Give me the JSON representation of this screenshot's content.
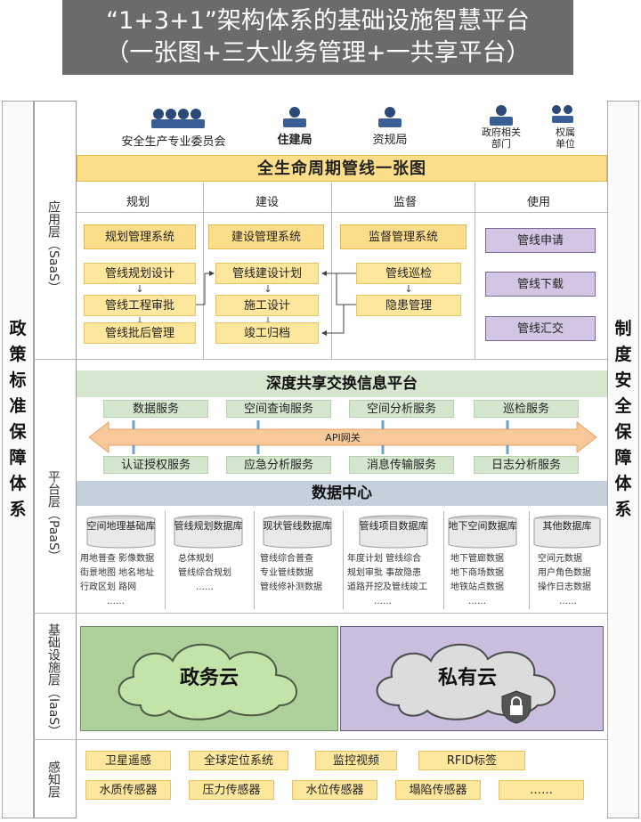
{
  "title": {
    "line1": "“1+3+1”架构体系的基础设施智慧平台",
    "line2": "（一张图+三大业务管理+一共享平台）"
  },
  "side": {
    "left": [
      "政",
      "策",
      "标",
      "准",
      "保",
      "障",
      "体",
      "系"
    ],
    "right": [
      "制",
      "度",
      "安",
      "全",
      "保",
      "障",
      "体",
      "系"
    ]
  },
  "layers": {
    "saas": "应用层（SaaS）",
    "paas": "平台层（PaaS）",
    "iaas": "基础设施层（IaaS）",
    "sense": "感知层"
  },
  "stakeholders": [
    "安全生产专业委员会",
    "住建局",
    "资规局",
    "政府相关部门",
    "权属单位"
  ],
  "onemap": "全生命周期管线一张图",
  "columns": [
    "规划",
    "建设",
    "监督",
    "使用"
  ],
  "planning": {
    "system": "规划管理系统",
    "steps": [
      "管线规划设计",
      "管线工程审批",
      "管线批后管理"
    ]
  },
  "construction": {
    "system": "建设管理系统",
    "steps": [
      "管线建设计划",
      "施工设计",
      "竣工归档"
    ]
  },
  "supervision": {
    "system": "监督管理系统",
    "steps": [
      "管线巡检",
      "隐患管理"
    ]
  },
  "usage": [
    "管线申请",
    "管线下载",
    "管线汇交"
  ],
  "platform": {
    "title": "深度共享交换信息平台",
    "top_services": [
      "数据服务",
      "空间查询服务",
      "空间分析服务",
      "巡检服务"
    ],
    "gateway": "API网关",
    "bottom_services": [
      "认证授权服务",
      "应急分析服务",
      "消息传输服务",
      "日志分析服务"
    ]
  },
  "datacenter": {
    "title": "数据中心",
    "dbs": [
      {
        "name": "空间地理基础库",
        "items": [
          "用地普查  影像数据",
          "街景地图  地名地址",
          "行政区划      路网",
          "……"
        ]
      },
      {
        "name": "管线规划数据库",
        "items": [
          "总体规划",
          "管线综合规划",
          "……"
        ]
      },
      {
        "name": "现状管线数据库",
        "items": [
          "管线综合普查",
          "专业管线数据",
          "管线修补测数据"
        ]
      },
      {
        "name": "管线项目数据库",
        "items": [
          "年度计划  管线综合",
          "规划审批  事故隐患",
          "道路开挖及管线竣工",
          "……"
        ]
      },
      {
        "name": "地下空间数据库",
        "items": [
          "地下管廊数据",
          "地下商场数据",
          "地铁站点数据",
          "……"
        ]
      },
      {
        "name": "其他数据库",
        "items": [
          "空间元数据",
          "用户角色数据",
          "操作日志数据",
          "……"
        ]
      }
    ]
  },
  "clouds": [
    "政务云",
    "私有云"
  ],
  "sensing": {
    "row1": [
      "卫星遥感",
      "全球定位系统",
      "监控视频",
      "RFID标签"
    ],
    "row2": [
      "水质传感器",
      "压力传感器",
      "水位传感器",
      "塌陷传感器",
      "……"
    ]
  },
  "colors": {
    "title_bg": "#6b6b6b",
    "yellow": "#fcdd8a",
    "purple": "#d3c6e5",
    "green": "#d6e6cf",
    "blue": "#c5d0dc",
    "cloud_left_bg": "#aed09a",
    "cloud_right_bg": "#c9bedd",
    "cloud_fill": "#c3e4a8"
  }
}
